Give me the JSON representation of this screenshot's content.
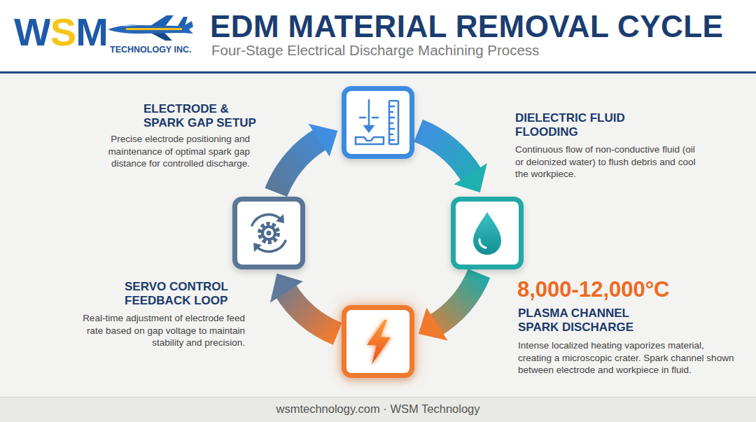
{
  "diagram": {
    "title": "EDM MATERIAL REMOVAL CYCLE",
    "nodes": [
      {
        "text": [
          "ELECTRODE & SPARK GAP SETUP",
          "Precise electrode positioning and maintenance of optimal spark gap distance for controlled discharge."
        ]
      },
      {
        "text": [
          "DIELECTRIC FLUID FLOODING",
          "Continuous flow of non-conductive fluid (oil or deionized water) to flush debris and cool the workpiece."
        ]
      },
      {
        "text": [
          "8,000-12,000°C",
          "PLASMA CHANNEL SPARK DISCHARGE",
          "Intense localized heating vaporizes material, creating a microscopic crater. Spark channel shown between electrode and workpiece in fluid."
        ]
      },
      {
        "text": [
          "SERVO CONTROL FEEDBACK LOOP",
          "Real-time adjustment of electrode feed rate based on gap voltage to maintain stability and precision."
        ]
      }
    ],
    "edges": [
      {
        "from": 0,
        "to": 1,
        "arrow": "to"
      },
      {
        "from": 1,
        "to": 2,
        "arrow": "to"
      },
      {
        "from": 2,
        "to": 3,
        "arrow": "to"
      },
      {
        "from": 3,
        "to": 0,
        "arrow": "to"
      }
    ],
    "labels": [
      "WSM",
      "TECHNOLOGY INC.",
      "Four-Stage Electrical Discharge Machining Process",
      "wsmtechnology.com · WSM Technology"
    ]
  }
}
